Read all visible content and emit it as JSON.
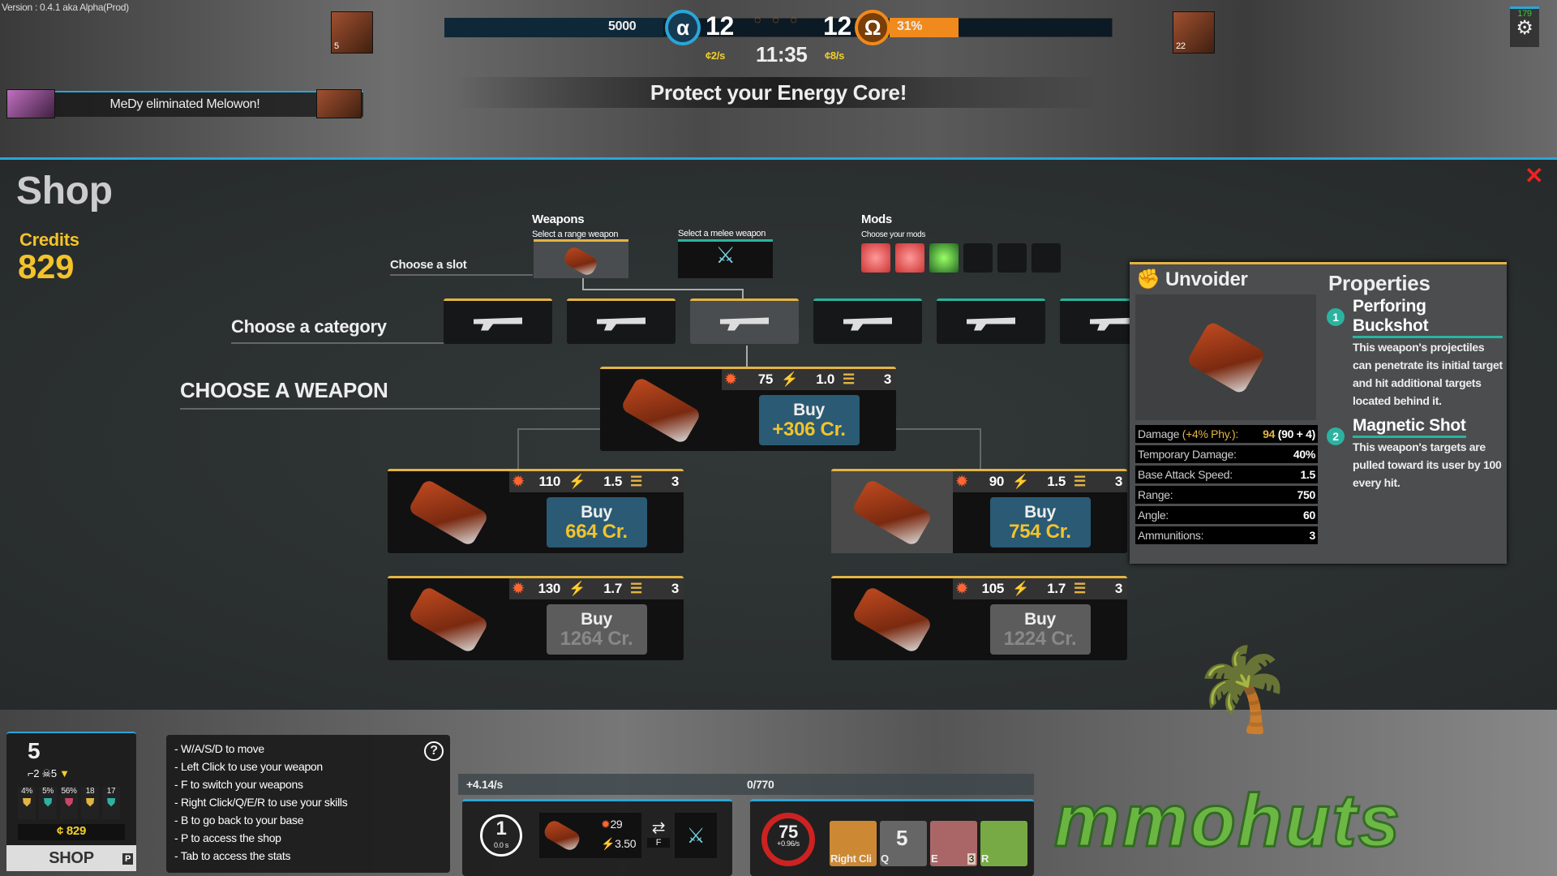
{
  "hud": {
    "version": "Version : 0.4.1 aka Alpha(Prod)",
    "alpha_score_bar": "5000",
    "alpha_symbol": "α",
    "omega_symbol": "Ω",
    "alpha_kills": "12",
    "omega_kills": "12",
    "omega_percent": "31%",
    "omega_progress": 31,
    "timer": "11:35",
    "alpha_income": "¢2/s",
    "omega_income": "¢8/s",
    "left_portrait_level": "5",
    "right_portrait_level": "22",
    "top_right_value": "179",
    "killfeed": "MeDy eliminated Melowon!",
    "objective": "Protect your Energy Core!",
    "colors": {
      "alpha": "#2aa6d8",
      "omega": "#f08a1c"
    }
  },
  "shop": {
    "title": "Shop",
    "credits_label": "Credits",
    "credits_value": "829",
    "close_icon": "close-icon",
    "weapons_label": "Weapons",
    "range_label": "Select a range weapon",
    "melee_label": "Select a melee weapon",
    "mods_label": "Mods",
    "mods_sub": "Choose your mods",
    "choose_slot": "Choose a slot",
    "choose_category": "Choose a category",
    "choose_weapon": "CHOOSE A WEAPON",
    "categories": [
      {
        "type": "physical",
        "selected": false
      },
      {
        "type": "physical",
        "selected": false
      },
      {
        "type": "physical",
        "selected": true
      },
      {
        "type": "energy",
        "selected": false
      },
      {
        "type": "energy",
        "selected": false
      },
      {
        "type": "energy",
        "selected": false
      }
    ],
    "cards": [
      {
        "damage": "75",
        "speed": "1.0",
        "ammo": "3",
        "buy": "Buy",
        "price": "+306 Cr.",
        "affordable": true,
        "selected": false
      },
      {
        "damage": "110",
        "speed": "1.5",
        "ammo": "3",
        "buy": "Buy",
        "price": "664 Cr.",
        "affordable": true,
        "selected": false
      },
      {
        "damage": "90",
        "speed": "1.5",
        "ammo": "3",
        "buy": "Buy",
        "price": "754 Cr.",
        "affordable": true,
        "selected": true
      },
      {
        "damage": "130",
        "speed": "1.7",
        "ammo": "3",
        "buy": "Buy",
        "price": "1264 Cr.",
        "affordable": false,
        "selected": false
      },
      {
        "damage": "105",
        "speed": "1.7",
        "ammo": "3",
        "buy": "Buy",
        "price": "1224 Cr.",
        "affordable": false,
        "selected": false
      }
    ]
  },
  "info": {
    "name": "Unvoider",
    "properties_title": "Properties",
    "stats": [
      {
        "label": "Damage",
        "bonus": "(+4% Phy.):",
        "value": "94",
        "extra": "(90 + 4)"
      },
      {
        "label": "Temporary Damage:",
        "value": "40%"
      },
      {
        "label": "Base Attack Speed:",
        "value": "1.5"
      },
      {
        "label": "Range:",
        "value": "750"
      },
      {
        "label": "Angle:",
        "value": "60"
      },
      {
        "label": "Ammunitions:",
        "value": "3"
      }
    ],
    "props": [
      {
        "n": "1",
        "title": "Perforing Buckshot",
        "text": "This weapon's projectiles can penetrate its initial target and hit additional targets located behind it."
      },
      {
        "n": "2",
        "title": "Magnetic Shot",
        "text": "This weapon's targets are pulled toward its user by 100 every hit."
      }
    ]
  },
  "player": {
    "level": "5",
    "kills": "2",
    "deaths": "5",
    "stats": [
      "4%",
      "5%",
      "56%",
      "18",
      "17"
    ],
    "credits": "¢ 829",
    "shop_button": "SHOP",
    "shop_key": "P"
  },
  "help": [
    "- W/A/S/D to move",
    "- Left Click to use your weapon",
    "- F to switch your weapons",
    "- Right Click/Q/E/R to use your skills",
    "- B to go back to your base",
    "- P to access the shop",
    "- Tab to access the stats"
  ],
  "help_icon": "?",
  "bar": {
    "rate": "+4.14/s",
    "xp": "0/770"
  },
  "weapon_hud": {
    "cooldown": "1",
    "cooldown_sub": "0.0 s",
    "ammo": "29",
    "speed": "3.50",
    "switch_key": "F"
  },
  "skills": {
    "health": "75",
    "regen": "+0.96/s",
    "labels": [
      "Right Cli",
      "Q",
      "E",
      "R"
    ],
    "q_value": "5",
    "e_charges": "3"
  },
  "logo": "mmohuts"
}
